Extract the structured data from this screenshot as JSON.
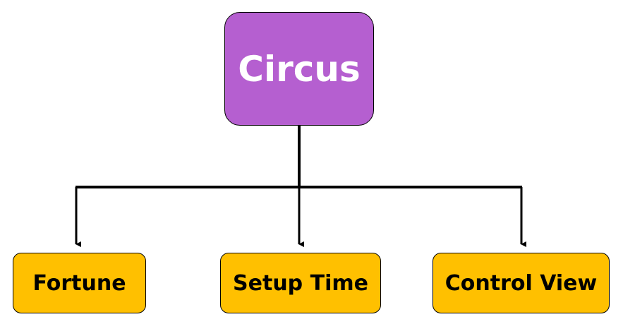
{
  "diagram": {
    "root": {
      "label": "Circus",
      "color": "#b55fd0",
      "text_color": "#ffffff"
    },
    "children": [
      {
        "label": "Fortune"
      },
      {
        "label": "Setup Time"
      },
      {
        "label": "Control View"
      }
    ],
    "child_color": "#ffc000",
    "edge_color": "#000000"
  }
}
